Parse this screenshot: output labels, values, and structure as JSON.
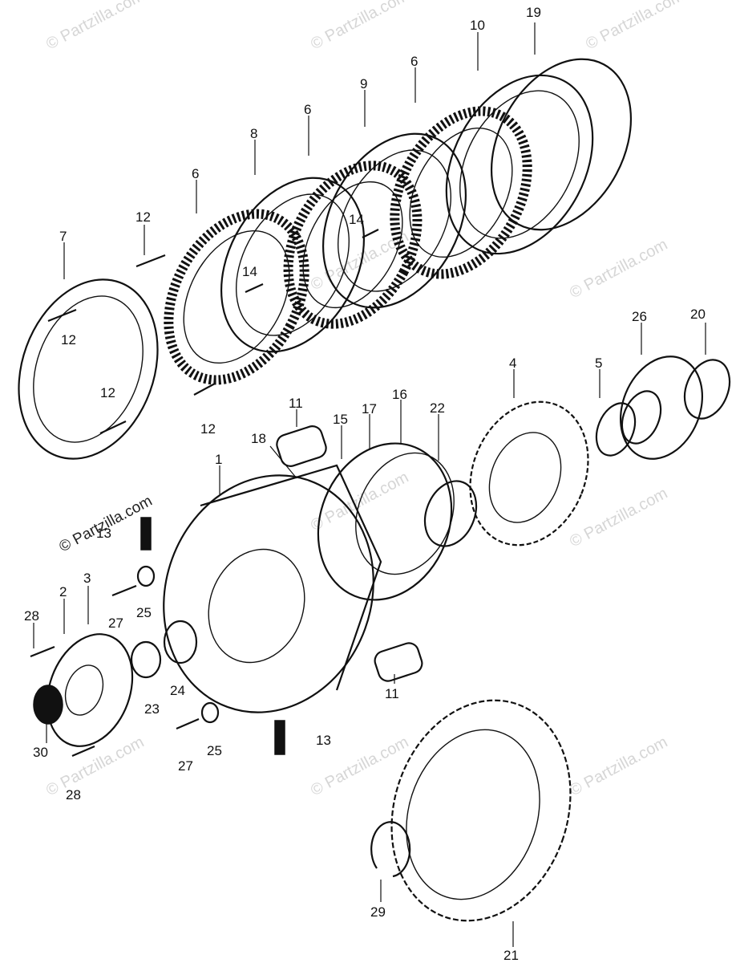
{
  "watermark_text": "© Partzilla.com",
  "callouts": [
    {
      "id": "19",
      "label": "19"
    },
    {
      "id": "10",
      "label": "10"
    },
    {
      "id": "6a",
      "label": "6"
    },
    {
      "id": "9",
      "label": "9"
    },
    {
      "id": "6b",
      "label": "6"
    },
    {
      "id": "8",
      "label": "8"
    },
    {
      "id": "6c",
      "label": "6"
    },
    {
      "id": "12a",
      "label": "12"
    },
    {
      "id": "7",
      "label": "7"
    },
    {
      "id": "14a",
      "label": "14"
    },
    {
      "id": "14b",
      "label": "14"
    },
    {
      "id": "12b",
      "label": "12"
    },
    {
      "id": "12c",
      "label": "12"
    },
    {
      "id": "12d",
      "label": "12"
    },
    {
      "id": "26",
      "label": "26"
    },
    {
      "id": "20",
      "label": "20"
    },
    {
      "id": "4",
      "label": "4"
    },
    {
      "id": "5",
      "label": "5"
    },
    {
      "id": "11a",
      "label": "11"
    },
    {
      "id": "15",
      "label": "15"
    },
    {
      "id": "17",
      "label": "17"
    },
    {
      "id": "16",
      "label": "16"
    },
    {
      "id": "22",
      "label": "22"
    },
    {
      "id": "18",
      "label": "18"
    },
    {
      "id": "1",
      "label": "1"
    },
    {
      "id": "13a",
      "label": "13"
    },
    {
      "id": "3",
      "label": "3"
    },
    {
      "id": "2",
      "label": "2"
    },
    {
      "id": "27a",
      "label": "27"
    },
    {
      "id": "25a",
      "label": "25"
    },
    {
      "id": "28a",
      "label": "28"
    },
    {
      "id": "24",
      "label": "24"
    },
    {
      "id": "23",
      "label": "23"
    },
    {
      "id": "11b",
      "label": "11"
    },
    {
      "id": "13b",
      "label": "13"
    },
    {
      "id": "27b",
      "label": "27"
    },
    {
      "id": "25b",
      "label": "25"
    },
    {
      "id": "30",
      "label": "30"
    },
    {
      "id": "28b",
      "label": "28"
    },
    {
      "id": "29",
      "label": "29"
    },
    {
      "id": "21",
      "label": "21"
    }
  ]
}
